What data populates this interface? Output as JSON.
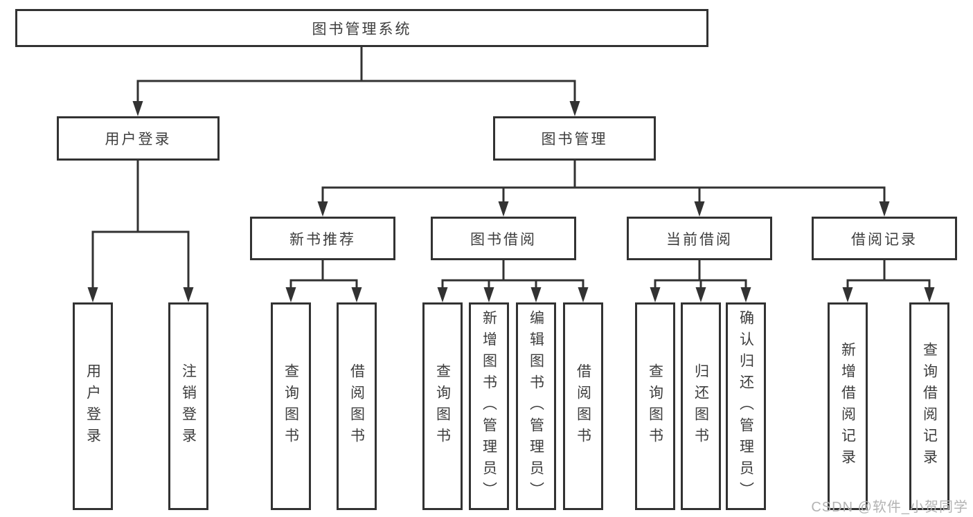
{
  "diagram_title": "图书管理系统",
  "hierarchy": {
    "root": {
      "label": "图书管理系统"
    },
    "children": [
      {
        "label": "用户登录",
        "children": [
          {
            "label": "用户登录"
          },
          {
            "label": "注销登录"
          }
        ]
      },
      {
        "label": "图书管理",
        "children": [
          {
            "label": "新书推荐",
            "children": [
              {
                "label": "查询图书"
              },
              {
                "label": "借阅图书"
              }
            ]
          },
          {
            "label": "图书借阅",
            "children": [
              {
                "label": "查询图书"
              },
              {
                "label": "新增图书（管理员）"
              },
              {
                "label": "编辑图书（管理员）"
              },
              {
                "label": "借阅图书"
              }
            ]
          },
          {
            "label": "当前借阅",
            "children": [
              {
                "label": "查询图书"
              },
              {
                "label": "归还图书"
              },
              {
                "label": "确认归还（管理员）"
              }
            ]
          },
          {
            "label": "借阅记录",
            "children": [
              {
                "label": "新增借阅记录"
              },
              {
                "label": "查询借阅记录"
              }
            ]
          }
        ]
      }
    ]
  },
  "watermark": {
    "text": "CSDN @软件_小贺同学"
  },
  "colors": {
    "line": "#323232",
    "text": "#3d3d3d",
    "watermark": "#b3b3b3",
    "background": "#ffffff"
  }
}
